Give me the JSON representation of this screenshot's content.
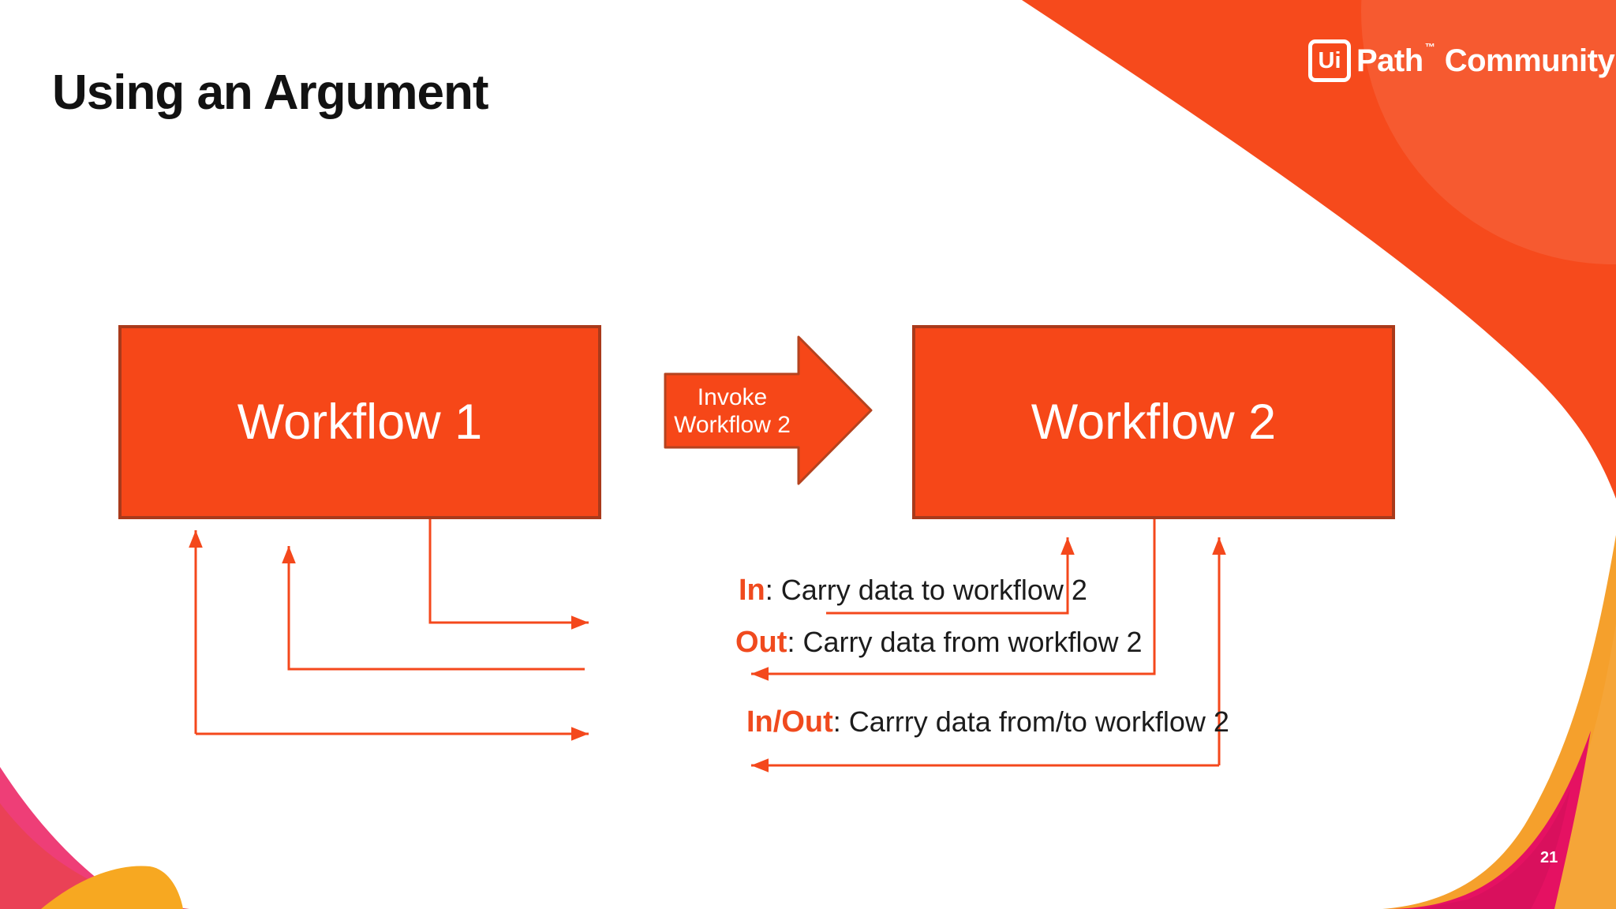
{
  "slide": {
    "title": "Using an Argument",
    "page_number": "21"
  },
  "logo": {
    "ui": "Ui",
    "path": "Path",
    "tm": "™",
    "community": "Community"
  },
  "diagram": {
    "workflow1": "Workflow 1",
    "workflow2": "Workflow 2",
    "invoke": {
      "line1": "Invoke",
      "line2": "Workflow 2"
    },
    "annotations": [
      {
        "label": "In",
        "text": ": Carry data to workflow 2"
      },
      {
        "label": "Out",
        "text": ": Carry data from workflow 2"
      },
      {
        "label": "In/Out",
        "text": ": Carrry data from/to workflow 2"
      }
    ]
  },
  "colors": {
    "box_fill": "#F64718",
    "box_border": "#A93A1B",
    "connector": "#F4481C",
    "label_orange": "#F04A1E",
    "corner_orange": "#F64A1C",
    "amber": "#F5A02C",
    "magenta": "#E51162",
    "pink_light": "#EE3E77",
    "pink_red": "#EA4156",
    "amber_bottom_left": "#F7A821",
    "title_color": "#121212"
  }
}
